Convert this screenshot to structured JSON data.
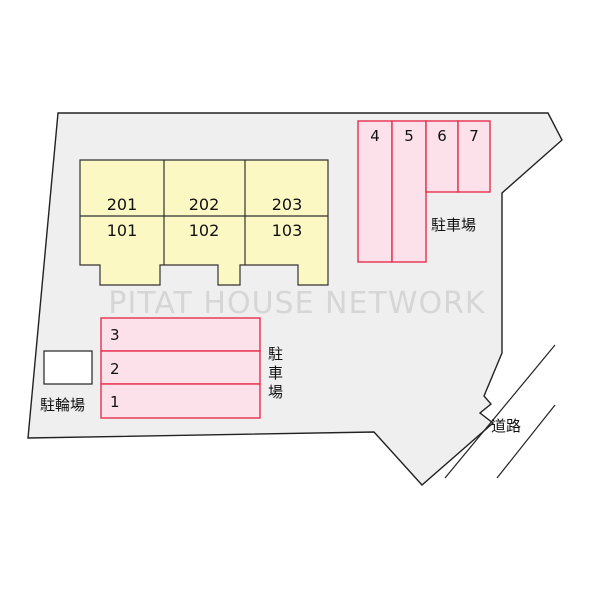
{
  "watermark": "PITAT HOUSE NETWORK",
  "building": {
    "units_upper": [
      "201",
      "202",
      "203"
    ],
    "units_lower": [
      "101",
      "102",
      "103"
    ]
  },
  "parking_top": {
    "label": "駐車場",
    "spots": [
      "4",
      "5",
      "6",
      "7"
    ]
  },
  "parking_bottom": {
    "label_chars": [
      "駐",
      "車",
      "場"
    ],
    "spots": [
      "3",
      "2",
      "1"
    ]
  },
  "bicycle_parking": {
    "label": "駐輪場"
  },
  "road": {
    "label": "道路"
  },
  "colors": {
    "lot": "#efefef",
    "building": "#fbf8c4",
    "parking_fill": "#fce0ea",
    "parking_border": "#e8304f",
    "outline": "#222222"
  }
}
